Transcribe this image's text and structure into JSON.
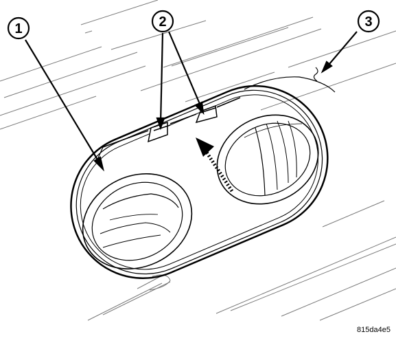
{
  "callouts": [
    {
      "label": "1"
    },
    {
      "label": "2"
    },
    {
      "label": "3"
    }
  ],
  "figure_id": "815da4e5"
}
